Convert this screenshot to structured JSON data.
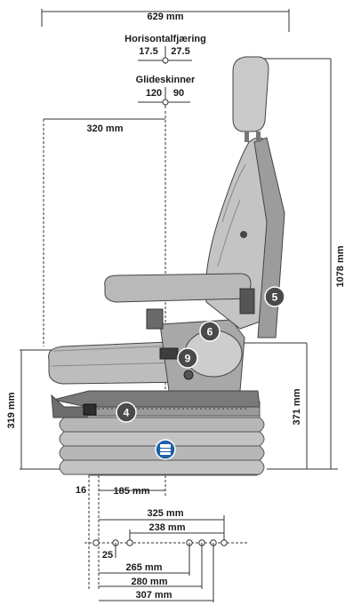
{
  "dimensions": {
    "overall_width": "629 mm",
    "horizontal_suspension_title": "Horisontalfjæring",
    "horizontal_left": "17.5",
    "horizontal_right": "27.5",
    "slide_rails_title": "Glideskinner",
    "slide_left": "120",
    "slide_right": "90",
    "headrest_offset": "320 mm",
    "total_height": "1078 mm",
    "seat_height": "371 mm",
    "base_height": "319 mm",
    "base_offset_small": "16",
    "base_width": "185 mm",
    "rail_325": "325 mm",
    "rail_238": "238 mm",
    "rail_25": "25",
    "rail_265": "265 mm",
    "rail_280": "280 mm",
    "rail_307": "307 mm"
  },
  "callouts": [
    "4",
    "5",
    "6",
    "9"
  ],
  "colors": {
    "callout_bg": "#4a4a4a",
    "badge_blue": "#1f5fa8",
    "seat_grey": "#d9d9d9",
    "dark_grey": "#8c8c8c"
  },
  "icons": {
    "suspension_badge": "air-suspension-icon"
  }
}
